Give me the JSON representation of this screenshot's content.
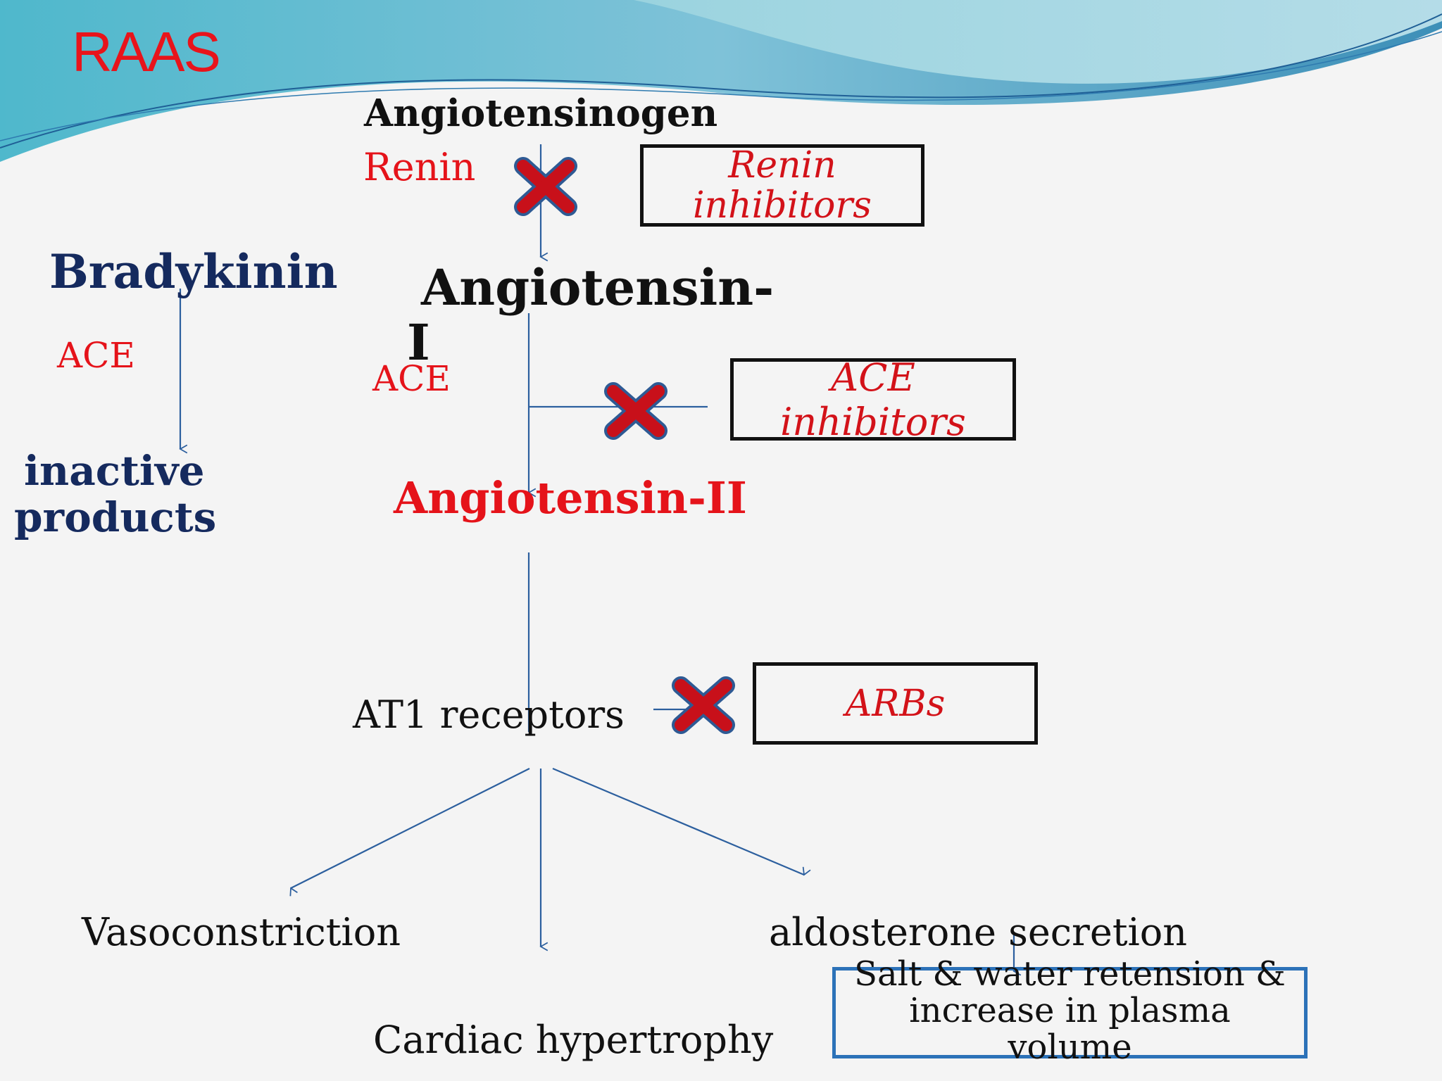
{
  "title": "RAAS",
  "nodes": {
    "angiotensinogen": "Angiotensinogen",
    "renin": "Renin",
    "bradykinin": "Bradykinin",
    "ace_left": "ACE",
    "angiotensin1_a": "Angiotensin-",
    "angiotensin1_b": "I",
    "ace_center": "ACE",
    "inactive_1": "inactive",
    "inactive_2": "products",
    "angiotensin2": "Angiotensin-II",
    "at1": "AT1 receptors",
    "vasoconstriction": "Vasoconstriction",
    "aldosterone": "aldosterone secretion",
    "cardiac": "Cardiac  hypertrophy",
    "salt_1": "Salt & water retension &",
    "salt_2": "increase in plasma",
    "salt_3": "volume"
  },
  "inhibitors": {
    "renin_1": "Renin",
    "renin_2": "inhibitors",
    "ace": "ACE inhibitors",
    "arbs": "ARBs"
  },
  "colors": {
    "accent_red": "#e5131a",
    "navy": "#152a5e",
    "arrow_blue": "#2c5f9e",
    "cross_red": "#c8101a",
    "cross_outline": "#2e5a94"
  }
}
